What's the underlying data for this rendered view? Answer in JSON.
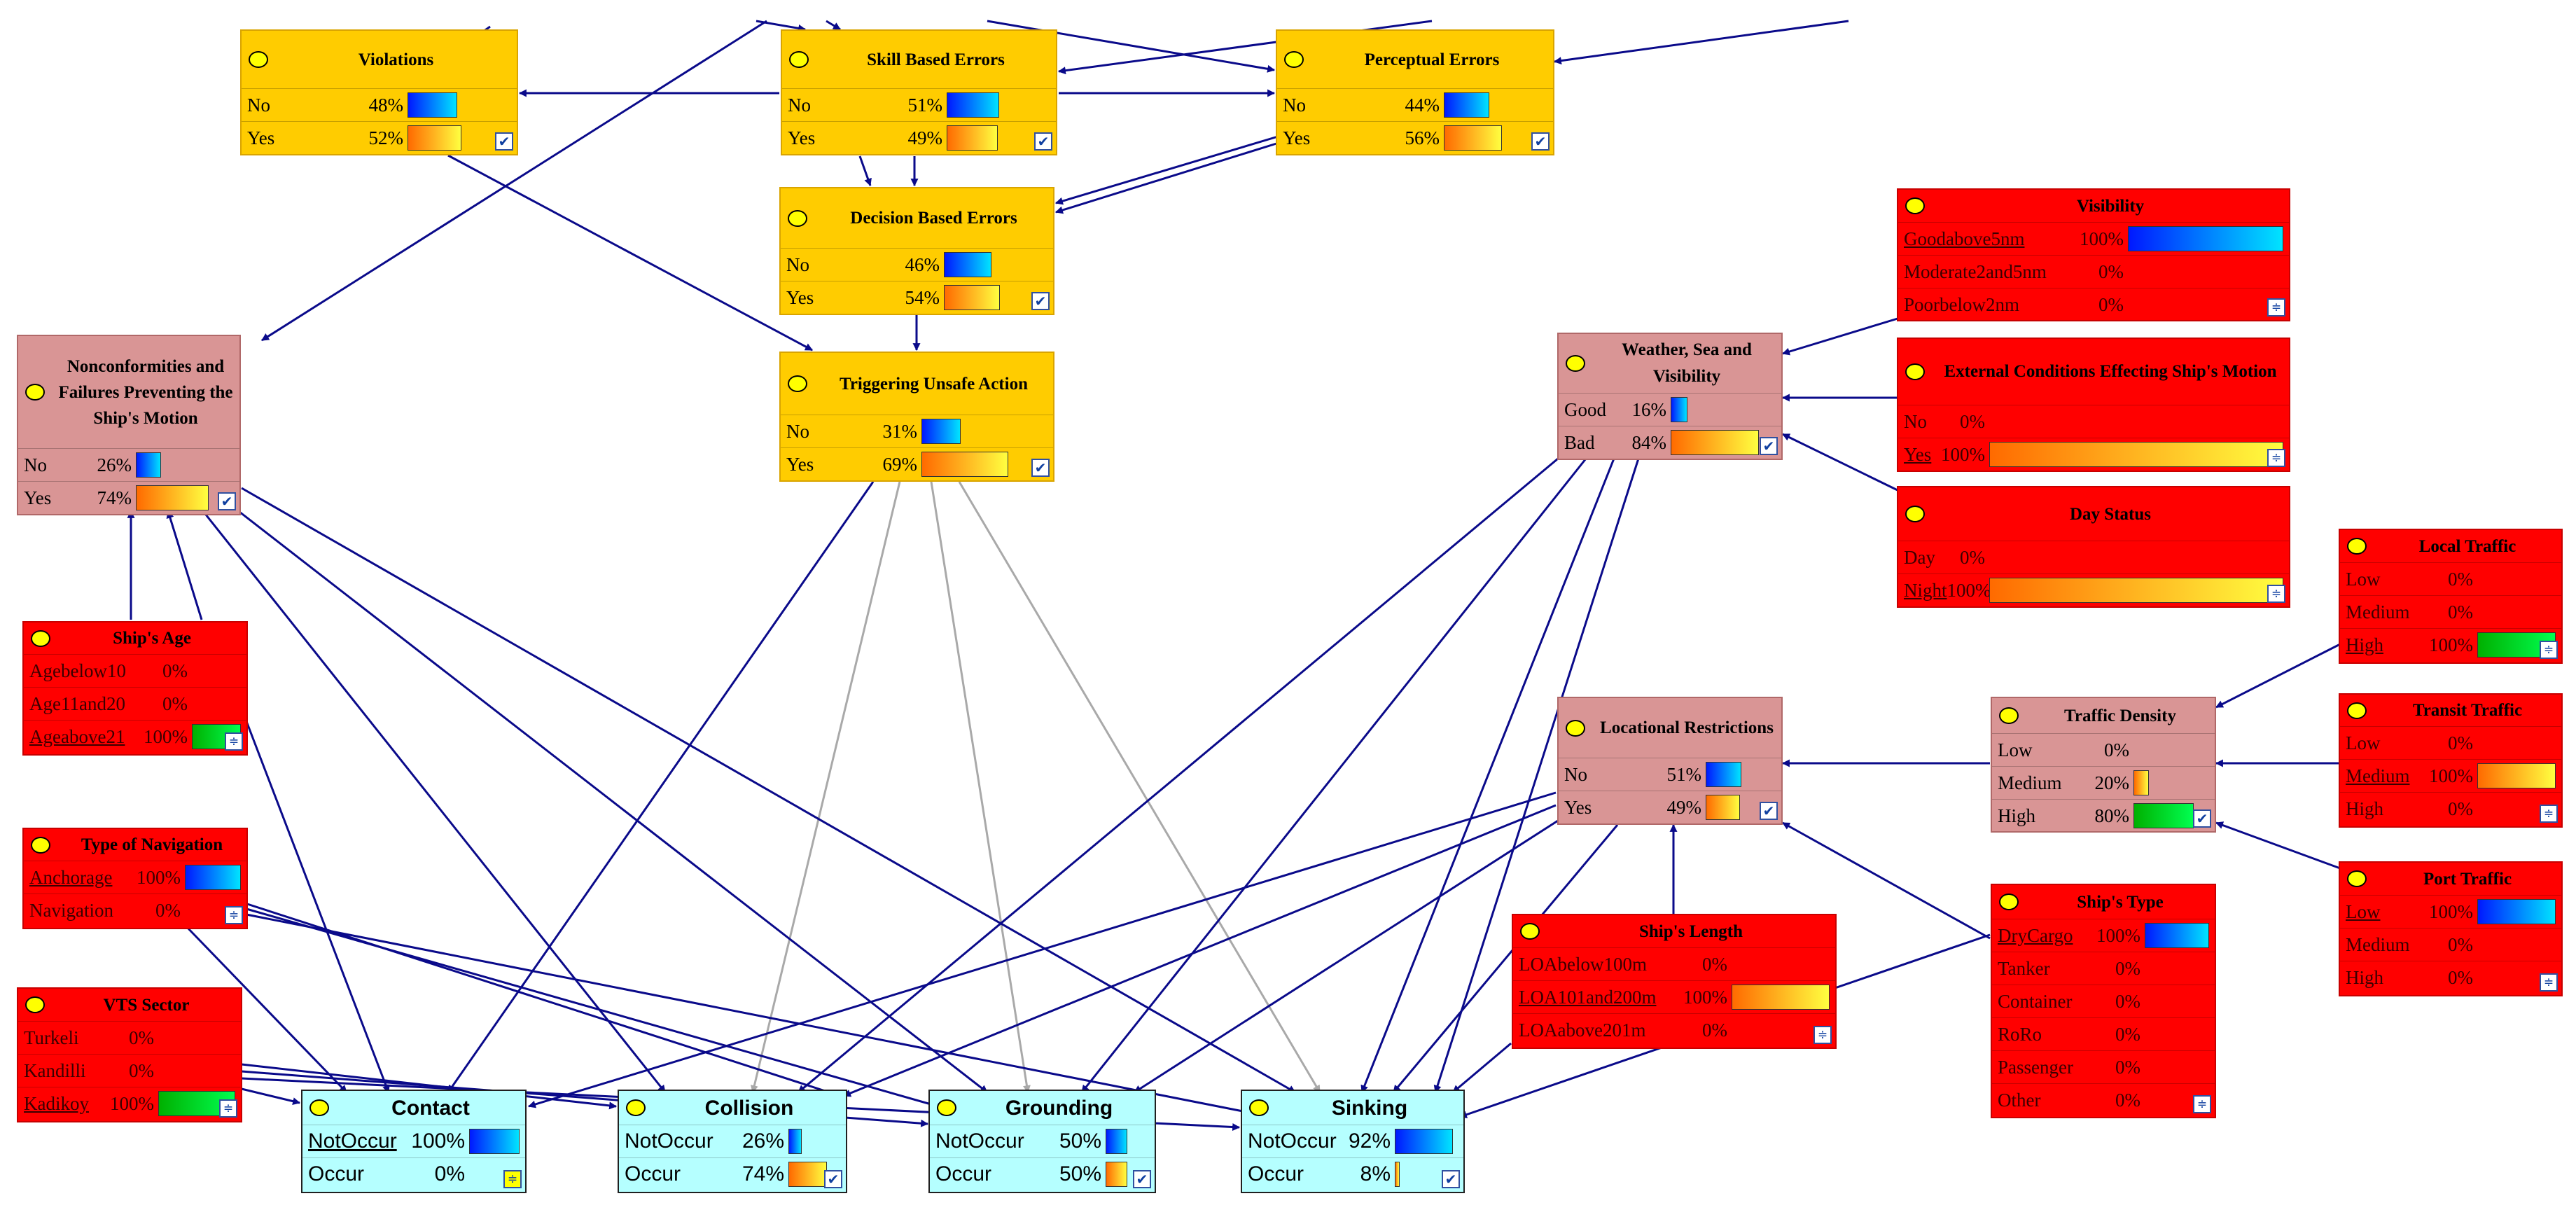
{
  "colors": {
    "edge": "#0a0a8a",
    "edge_light": "#a9a9a9",
    "cpt_node": "#ffcc00",
    "intermediate_node": "#d99595",
    "evidence_node": "#ff0000",
    "outcome_node": "#b5ffff"
  },
  "nodes": {
    "violations": {
      "title": "Violations",
      "states": [
        {
          "label": "No",
          "pct": "48%",
          "p": 0.48,
          "bar": "blue"
        },
        {
          "label": "Yes",
          "pct": "52%",
          "p": 0.52,
          "bar": "orange"
        }
      ]
    },
    "skill": {
      "title": "Skill Based Errors",
      "states": [
        {
          "label": "No",
          "pct": "51%",
          "p": 0.51,
          "bar": "blue"
        },
        {
          "label": "Yes",
          "pct": "49%",
          "p": 0.49,
          "bar": "orange"
        }
      ]
    },
    "perceptual": {
      "title": "Perceptual Errors",
      "states": [
        {
          "label": "No",
          "pct": "44%",
          "p": 0.44,
          "bar": "blue"
        },
        {
          "label": "Yes",
          "pct": "56%",
          "p": 0.56,
          "bar": "orange"
        }
      ]
    },
    "decision": {
      "title": "Decision Based Errors",
      "states": [
        {
          "label": "No",
          "pct": "46%",
          "p": 0.46,
          "bar": "blue"
        },
        {
          "label": "Yes",
          "pct": "54%",
          "p": 0.54,
          "bar": "orange"
        }
      ]
    },
    "triggering": {
      "title": "Triggering Unsafe Action",
      "states": [
        {
          "label": "No",
          "pct": "31%",
          "p": 0.31,
          "bar": "blue"
        },
        {
          "label": "Yes",
          "pct": "69%",
          "p": 0.69,
          "bar": "orange"
        }
      ]
    },
    "nonconf": {
      "title": "Nonconformities and Failures Preventing the Ship's Motion",
      "states": [
        {
          "label": "No",
          "pct": "26%",
          "p": 0.26,
          "bar": "blue"
        },
        {
          "label": "Yes",
          "pct": "74%",
          "p": 0.74,
          "bar": "orange"
        }
      ]
    },
    "weather": {
      "title": "Weather, Sea and Visibility",
      "states": [
        {
          "label": "Good",
          "pct": "16%",
          "p": 0.16,
          "bar": "blue"
        },
        {
          "label": "Bad",
          "pct": "84%",
          "p": 0.84,
          "bar": "orange"
        }
      ]
    },
    "visibility": {
      "title": "Visibility",
      "states": [
        {
          "label": "Goodabove5nm",
          "pct": "100%",
          "p": 1.0,
          "bar": "blue",
          "evidence": true
        },
        {
          "label": "Moderate2and5nm",
          "pct": "0%",
          "p": 0,
          "bar": "blue"
        },
        {
          "label": "Poorbelow2nm",
          "pct": "0%",
          "p": 0,
          "bar": "blue"
        }
      ]
    },
    "external": {
      "title": "External Conditions Effecting Ship's Motion",
      "states": [
        {
          "label": "No",
          "pct": "0%",
          "p": 0,
          "bar": "blue"
        },
        {
          "label": "Yes",
          "pct": "100%",
          "p": 1.0,
          "bar": "orange",
          "evidence": true
        }
      ]
    },
    "daystatus": {
      "title": "Day Status",
      "states": [
        {
          "label": "Day",
          "pct": "0%",
          "p": 0,
          "bar": "blue"
        },
        {
          "label": "Night",
          "pct": "100%",
          "p": 1.0,
          "bar": "orange",
          "evidence": true
        }
      ]
    },
    "local": {
      "title": "Local Traffic",
      "states": [
        {
          "label": "Low",
          "pct": "0%",
          "p": 0,
          "bar": "blue"
        },
        {
          "label": "Medium",
          "pct": "0%",
          "p": 0,
          "bar": "orange"
        },
        {
          "label": "High",
          "pct": "100%",
          "p": 1.0,
          "bar": "green",
          "evidence": true
        }
      ]
    },
    "transit": {
      "title": "Transit Traffic",
      "states": [
        {
          "label": "Low",
          "pct": "0%",
          "p": 0,
          "bar": "blue"
        },
        {
          "label": "Medium",
          "pct": "100%",
          "p": 1.0,
          "bar": "orange",
          "evidence": true
        },
        {
          "label": "High",
          "pct": "0%",
          "p": 0,
          "bar": "green"
        }
      ]
    },
    "port": {
      "title": "Port Traffic",
      "states": [
        {
          "label": "Low",
          "pct": "100%",
          "p": 1.0,
          "bar": "blue",
          "evidence": true
        },
        {
          "label": "Medium",
          "pct": "0%",
          "p": 0,
          "bar": "orange"
        },
        {
          "label": "High",
          "pct": "0%",
          "p": 0,
          "bar": "green"
        }
      ]
    },
    "traffic": {
      "title": "Traffic Density",
      "states": [
        {
          "label": "Low",
          "pct": "0%",
          "p": 0,
          "bar": "blue"
        },
        {
          "label": "Medium",
          "pct": "20%",
          "p": 0.2,
          "bar": "orange"
        },
        {
          "label": "High",
          "pct": "80%",
          "p": 0.8,
          "bar": "green"
        }
      ]
    },
    "locational": {
      "title": "Locational Restrictions",
      "states": [
        {
          "label": "No",
          "pct": "51%",
          "p": 0.51,
          "bar": "blue"
        },
        {
          "label": "Yes",
          "pct": "49%",
          "p": 0.49,
          "bar": "orange"
        }
      ]
    },
    "shiplength": {
      "title": "Ship's Length",
      "states": [
        {
          "label": "LOAbelow100m",
          "pct": "0%",
          "p": 0,
          "bar": "blue"
        },
        {
          "label": "LOA101and200m",
          "pct": "100%",
          "p": 1.0,
          "bar": "orange",
          "evidence": true
        },
        {
          "label": "LOAabove201m",
          "pct": "0%",
          "p": 0,
          "bar": "green"
        }
      ]
    },
    "shiptype": {
      "title": "Ship's Type",
      "states": [
        {
          "label": "DryCargo",
          "pct": "100%",
          "p": 1.0,
          "bar": "blue",
          "evidence": true
        },
        {
          "label": "Tanker",
          "pct": "0%",
          "p": 0,
          "bar": "blue"
        },
        {
          "label": "Container",
          "pct": "0%",
          "p": 0,
          "bar": "blue"
        },
        {
          "label": "RoRo",
          "pct": "0%",
          "p": 0,
          "bar": "blue"
        },
        {
          "label": "Passenger",
          "pct": "0%",
          "p": 0,
          "bar": "blue"
        },
        {
          "label": "Other",
          "pct": "0%",
          "p": 0,
          "bar": "blue"
        }
      ]
    },
    "shipage": {
      "title": "Ship's Age",
      "states": [
        {
          "label": "Agebelow10",
          "pct": "0%",
          "p": 0,
          "bar": "blue"
        },
        {
          "label": "Age11and20",
          "pct": "0%",
          "p": 0,
          "bar": "orange"
        },
        {
          "label": "Ageabove21",
          "pct": "100%",
          "p": 1.0,
          "bar": "green",
          "evidence": true
        }
      ]
    },
    "navigation": {
      "title": "Type of Navigation",
      "states": [
        {
          "label": "Anchorage",
          "pct": "100%",
          "p": 1.0,
          "bar": "blue",
          "evidence": true
        },
        {
          "label": "Navigation",
          "pct": "0%",
          "p": 0,
          "bar": "orange"
        }
      ]
    },
    "vts": {
      "title": "VTS Sector",
      "states": [
        {
          "label": "Turkeli",
          "pct": "0%",
          "p": 0,
          "bar": "blue"
        },
        {
          "label": "Kandilli",
          "pct": "0%",
          "p": 0,
          "bar": "orange"
        },
        {
          "label": "Kadikoy",
          "pct": "100%",
          "p": 1.0,
          "bar": "green",
          "evidence": true
        }
      ]
    },
    "contact": {
      "title": "Contact",
      "states": [
        {
          "label": "NotOccur",
          "pct": "100%",
          "p": 1.0,
          "bar": "blue",
          "evidence": true
        },
        {
          "label": "Occur",
          "pct": "0%",
          "p": 0,
          "bar": "orange"
        }
      ]
    },
    "collision": {
      "title": "Collision",
      "states": [
        {
          "label": "NotOccur",
          "pct": "26%",
          "p": 0.26,
          "bar": "blue"
        },
        {
          "label": "Occur",
          "pct": "74%",
          "p": 0.74,
          "bar": "orange"
        }
      ]
    },
    "grounding": {
      "title": "Grounding",
      "states": [
        {
          "label": "NotOccur",
          "pct": "50%",
          "p": 0.5,
          "bar": "blue"
        },
        {
          "label": "Occur",
          "pct": "50%",
          "p": 0.5,
          "bar": "orange"
        }
      ]
    },
    "sinking": {
      "title": "Sinking",
      "states": [
        {
          "label": "NotOccur",
          "pct": "92%",
          "p": 0.92,
          "bar": "blue"
        },
        {
          "label": "Occur",
          "pct": "8%",
          "p": 0.08,
          "bar": "orange"
        }
      ]
    }
  }
}
